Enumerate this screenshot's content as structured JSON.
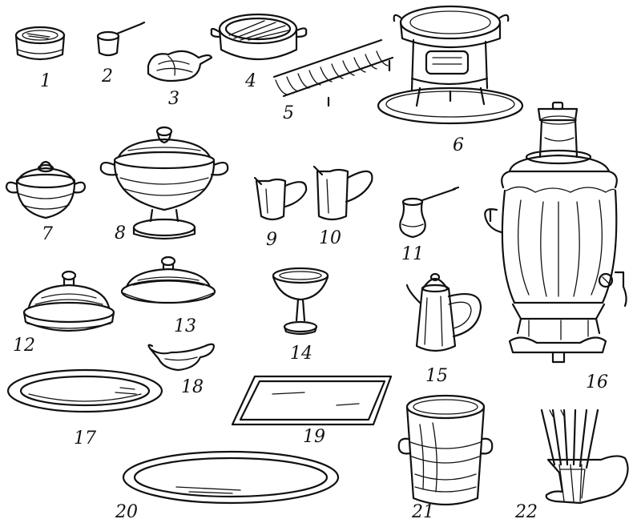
{
  "labels": {
    "l1": "1",
    "l2": "2",
    "l3": "3",
    "l4": "4",
    "l5": "5",
    "l6": "6",
    "l7": "7",
    "l8": "8",
    "l9": "9",
    "l10": "10",
    "l11": "11",
    "l12": "12",
    "l13": "13",
    "l14": "14",
    "l15": "15",
    "l16": "16",
    "l17": "17",
    "l18": "18",
    "l19": "19",
    "l20": "20",
    "l21": "21",
    "l22": "22"
  },
  "ink_color": "#111111",
  "background_color": "#ffffff"
}
